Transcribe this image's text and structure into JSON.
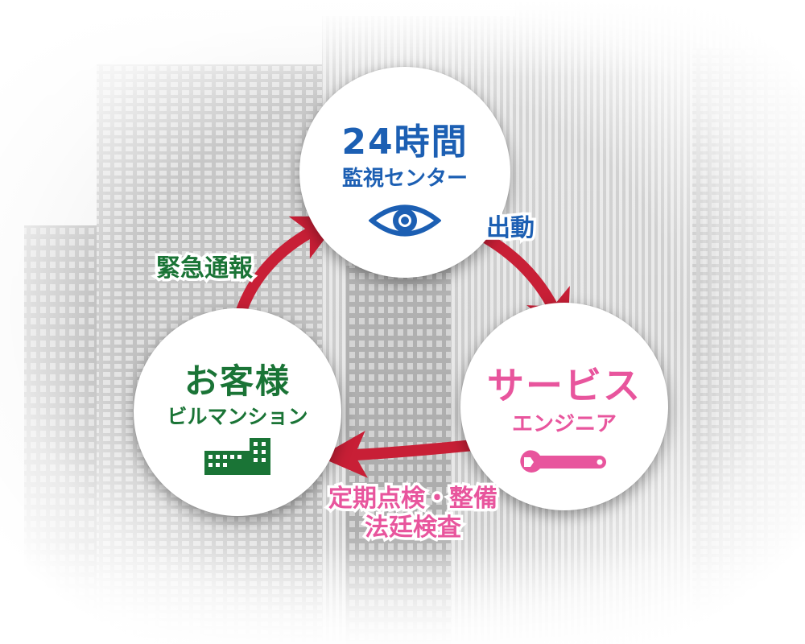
{
  "nodes": {
    "center": {
      "title": "24時間",
      "subtitle": "監視センター",
      "icon": "eye-icon"
    },
    "engineer": {
      "title": "サービス",
      "subtitle": "エンジニア",
      "icon": "wrench-icon"
    },
    "customer": {
      "title": "お客様",
      "subtitle": "ビルマンション",
      "icon": "building-icon"
    }
  },
  "edges": {
    "dispatch": {
      "label": "出動",
      "from": "24時間監視センター",
      "to": "サービスエンジニア"
    },
    "emergency": {
      "label": "緊急通報",
      "from": "お客様ビルマンション",
      "to": "24時間監視センター"
    },
    "inspect": {
      "line1": "定期点検・整備",
      "line2": "法廷検査",
      "from": "サービスエンジニア",
      "to": "お客様ビルマンション"
    }
  },
  "colors": {
    "blue": "#1c5fb3",
    "pink": "#e8559d",
    "green": "#1a7436",
    "arrow_red": "#c81f36"
  }
}
